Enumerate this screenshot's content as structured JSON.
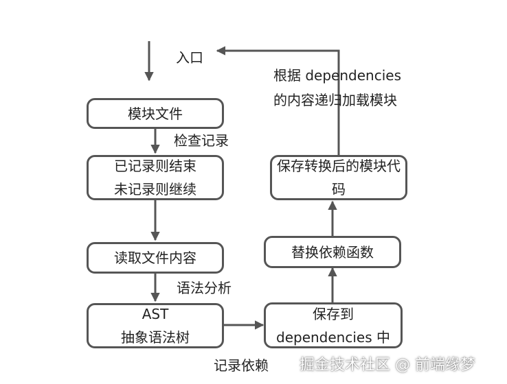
{
  "diagram": {
    "nodes": {
      "module_file": [
        "模块文件"
      ],
      "check_record": [
        "已记录则结束",
        "未记录则继续"
      ],
      "read_content": [
        "读取文件内容"
      ],
      "ast": [
        "AST",
        "抽象语法树"
      ],
      "save_deps": [
        "保存到",
        "dependencies 中"
      ],
      "replace_deps": [
        "替换依赖函数"
      ],
      "save_code": [
        "保存转换后的模块代",
        "码"
      ]
    },
    "labels": {
      "entry": "入口",
      "check": "检查记录",
      "parse": "语法分析",
      "record_deps": "记录依赖",
      "recurse_line1": "根据 dependencies",
      "recurse_line2": "的内容递归加载模块"
    },
    "colors": {
      "stroke": "#555555",
      "text": "#222222"
    }
  },
  "watermark": "掘金技术社区 @ 前端缘梦"
}
